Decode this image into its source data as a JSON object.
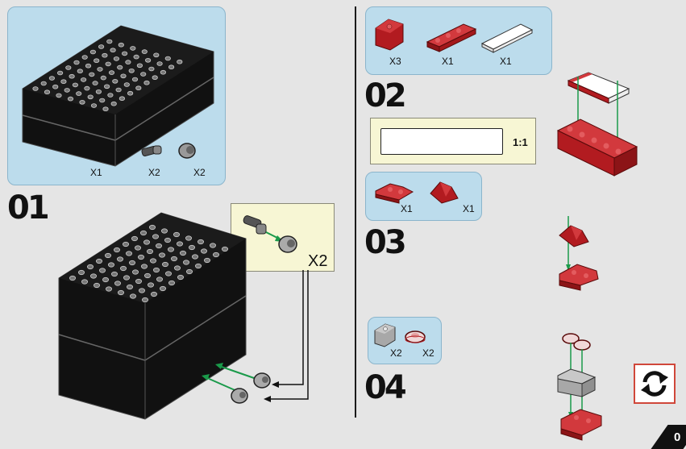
{
  "steps": [
    {
      "number": "01",
      "parts": [
        "X1",
        "X2",
        "X2"
      ],
      "assembly_callout_qty": "X2"
    },
    {
      "number": "02",
      "parts": [
        "X3",
        "X1",
        "X1"
      ],
      "scale_label": "1:1"
    },
    {
      "number": "03",
      "parts": [
        "X1",
        "X1"
      ]
    },
    {
      "number": "04",
      "parts": [
        "X2",
        "X2"
      ]
    }
  ],
  "page_number": "0",
  "icons": {
    "rotate": "rotate-model-icon"
  },
  "colors": {
    "panel": "#bcdcec",
    "callout": "#f7f6d4",
    "brick_red": "#b21b20",
    "connector_arrow": "#1a9a4a",
    "rotate_border": "#d0473a"
  }
}
